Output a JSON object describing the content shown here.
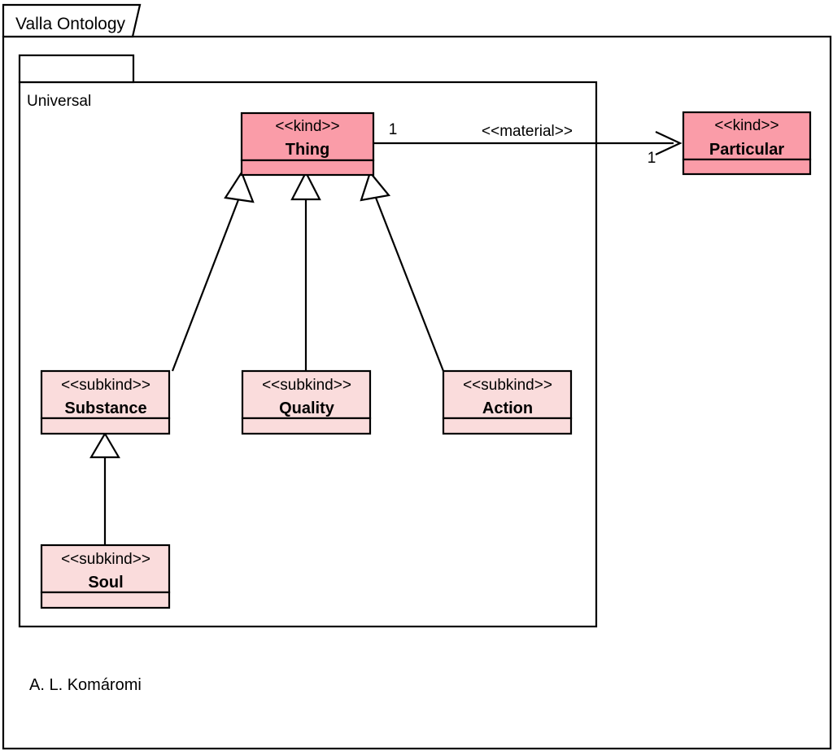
{
  "diagram": {
    "type": "uml-class-diagram",
    "outer_package": {
      "name": "Valla Ontology",
      "tab_label": "Valla Ontology"
    },
    "inner_package": {
      "name": "Universal",
      "tab_label": "Universal"
    },
    "credit": "A. L. Komáromi",
    "colors": {
      "kind_fill": "#FA9CA8",
      "subkind_fill": "#FADCDC",
      "stroke": "#000000",
      "background": "#FFFFFF"
    },
    "classes": [
      {
        "id": "thing",
        "stereotype": "<<kind>>",
        "name": "Thing",
        "fill": "#FA9CA8",
        "package": "Universal"
      },
      {
        "id": "particular",
        "stereotype": "<<kind>>",
        "name": "Particular",
        "fill": "#FA9CA8",
        "package": "Valla Ontology"
      },
      {
        "id": "substance",
        "stereotype": "<<subkind>>",
        "name": "Substance",
        "fill": "#FADCDC",
        "package": "Universal"
      },
      {
        "id": "quality",
        "stereotype": "<<subkind>>",
        "name": "Quality",
        "fill": "#FADCDC",
        "package": "Universal"
      },
      {
        "id": "action",
        "stereotype": "<<subkind>>",
        "name": "Action",
        "fill": "#FADCDC",
        "package": "Universal"
      },
      {
        "id": "soul",
        "stereotype": "<<subkind>>",
        "name": "Soul",
        "fill": "#FADCDC",
        "package": "Universal"
      }
    ],
    "associations": [
      {
        "id": "material",
        "label": "<<material>>",
        "source": "Thing",
        "target": "Particular",
        "source_multiplicity": "1",
        "target_multiplicity": "1",
        "kind": "directed-association"
      }
    ],
    "generalizations": [
      {
        "id": "gen-substance-thing",
        "child": "Substance",
        "parent": "Thing"
      },
      {
        "id": "gen-quality-thing",
        "child": "Quality",
        "parent": "Thing"
      },
      {
        "id": "gen-action-thing",
        "child": "Action",
        "parent": "Thing"
      },
      {
        "id": "gen-soul-substance",
        "child": "Soul",
        "parent": "Substance"
      }
    ]
  }
}
